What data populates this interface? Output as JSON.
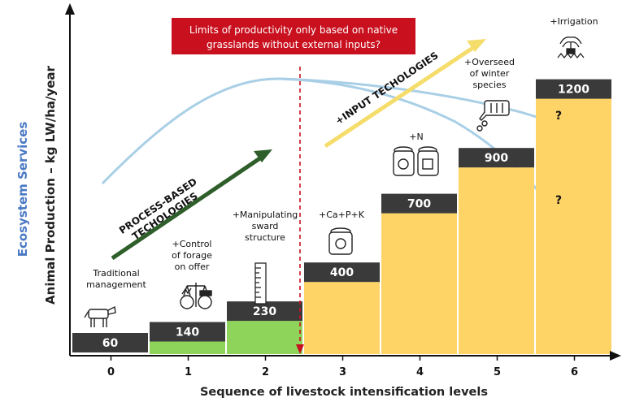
{
  "chart_data": {
    "type": "bar",
    "categories": [
      "0",
      "1",
      "2",
      "3",
      "4",
      "5",
      "6"
    ],
    "values": [
      60,
      140,
      230,
      400,
      700,
      900,
      1200
    ],
    "xlabel": "Sequence of livestock intensification levels",
    "ylabel": "Animal Production – kg LW/ha/year",
    "secondary_ylabel": "Ecosystem Services",
    "bar_labels": [
      "60",
      "140",
      "230",
      "400",
      "700",
      "900",
      "1200"
    ],
    "level_descriptions": [
      [
        "Traditional",
        "management"
      ],
      [
        "+Control",
        "of forage",
        "on offer"
      ],
      [
        "+Manipulating",
        "sward",
        "structure"
      ],
      [
        "+Ca+P+K"
      ],
      [
        "+N"
      ],
      [
        "+Overseed",
        "of winter",
        "species"
      ],
      [
        "+Irrigation"
      ]
    ],
    "callout": [
      "Limits of productivity only based on native",
      "grasslands without external inputs?"
    ],
    "arrow_labels": {
      "process": [
        "PROCESS-BASED",
        "TECHOLOGIES"
      ],
      "input": "+INPUT TECHOLOGIES"
    },
    "question_marks": [
      "?",
      "?"
    ],
    "colors": {
      "bar_dark": "#3a3a3a",
      "bar_green": "#8fd45a",
      "bar_yellow": "#ffd466",
      "curve": "#a9cfe6",
      "callout_red": "#c8101e",
      "ecosystem_blue": "#4a79c4",
      "arrow_green": "#2e5e2a",
      "arrow_yellow": "#f5dd6c"
    },
    "icons": [
      "cow-icon",
      "scale-icon",
      "ruler-icon",
      "fertilizer-bag-icon",
      "fertilizer-bags-icon",
      "seeder-icon",
      "sprinkler-icon"
    ]
  }
}
